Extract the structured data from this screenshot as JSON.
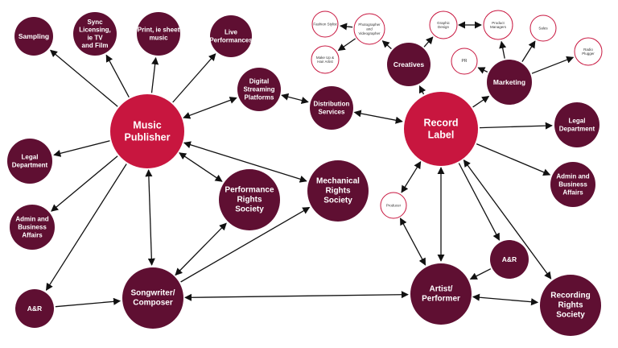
{
  "colors": {
    "dark_node": "#5f0f32",
    "accent_node": "#c8163f",
    "outline_node": "#c8163f",
    "edge": "#111111",
    "background": "#ffffff"
  },
  "nodes": {
    "sampling": "Sampling",
    "sync": [
      "Sync",
      "Licensing,",
      "ie TV",
      "and Film"
    ],
    "print": [
      "Print, ie sheet",
      "music"
    ],
    "live": [
      "Live",
      "Performances"
    ],
    "publisher": [
      "Music",
      "Publisher"
    ],
    "legal_pub": [
      "Legal",
      "Department"
    ],
    "admin_pub": [
      "Admin and",
      "Business",
      "Affairs"
    ],
    "ar_pub": "A&R",
    "dsp": [
      "Digital",
      "Streaming",
      "Platforms"
    ],
    "distribution": [
      "Distribution",
      "Services"
    ],
    "pro": [
      "Performance",
      "Rights",
      "Society"
    ],
    "mechanical": [
      "Mechanical",
      "Rights",
      "Society"
    ],
    "songwriter": [
      "Songwriter/",
      "Composer"
    ],
    "label": [
      "Record",
      "Label"
    ],
    "creatives": "Creatives",
    "fashion": "Fashion Stylist",
    "photo": [
      "Photographer",
      "and",
      "Videographer"
    ],
    "makeup": [
      "Make Up &",
      "Hair Artist"
    ],
    "graphic": [
      "Graphic",
      "Design"
    ],
    "product": [
      "Product",
      "Managers"
    ],
    "sales": "Sales",
    "radio": [
      "Radio",
      "Plugger"
    ],
    "pr": "PR",
    "marketing": "Marketing",
    "legal_label": [
      "Legal",
      "Department"
    ],
    "admin_label": [
      "Admin and",
      "Business",
      "Affairs"
    ],
    "producer": "Producer",
    "ar_label": "A&R",
    "artist": [
      "Artist/",
      "Performer"
    ],
    "recording": [
      "Recording",
      "Rights",
      "Society"
    ]
  }
}
